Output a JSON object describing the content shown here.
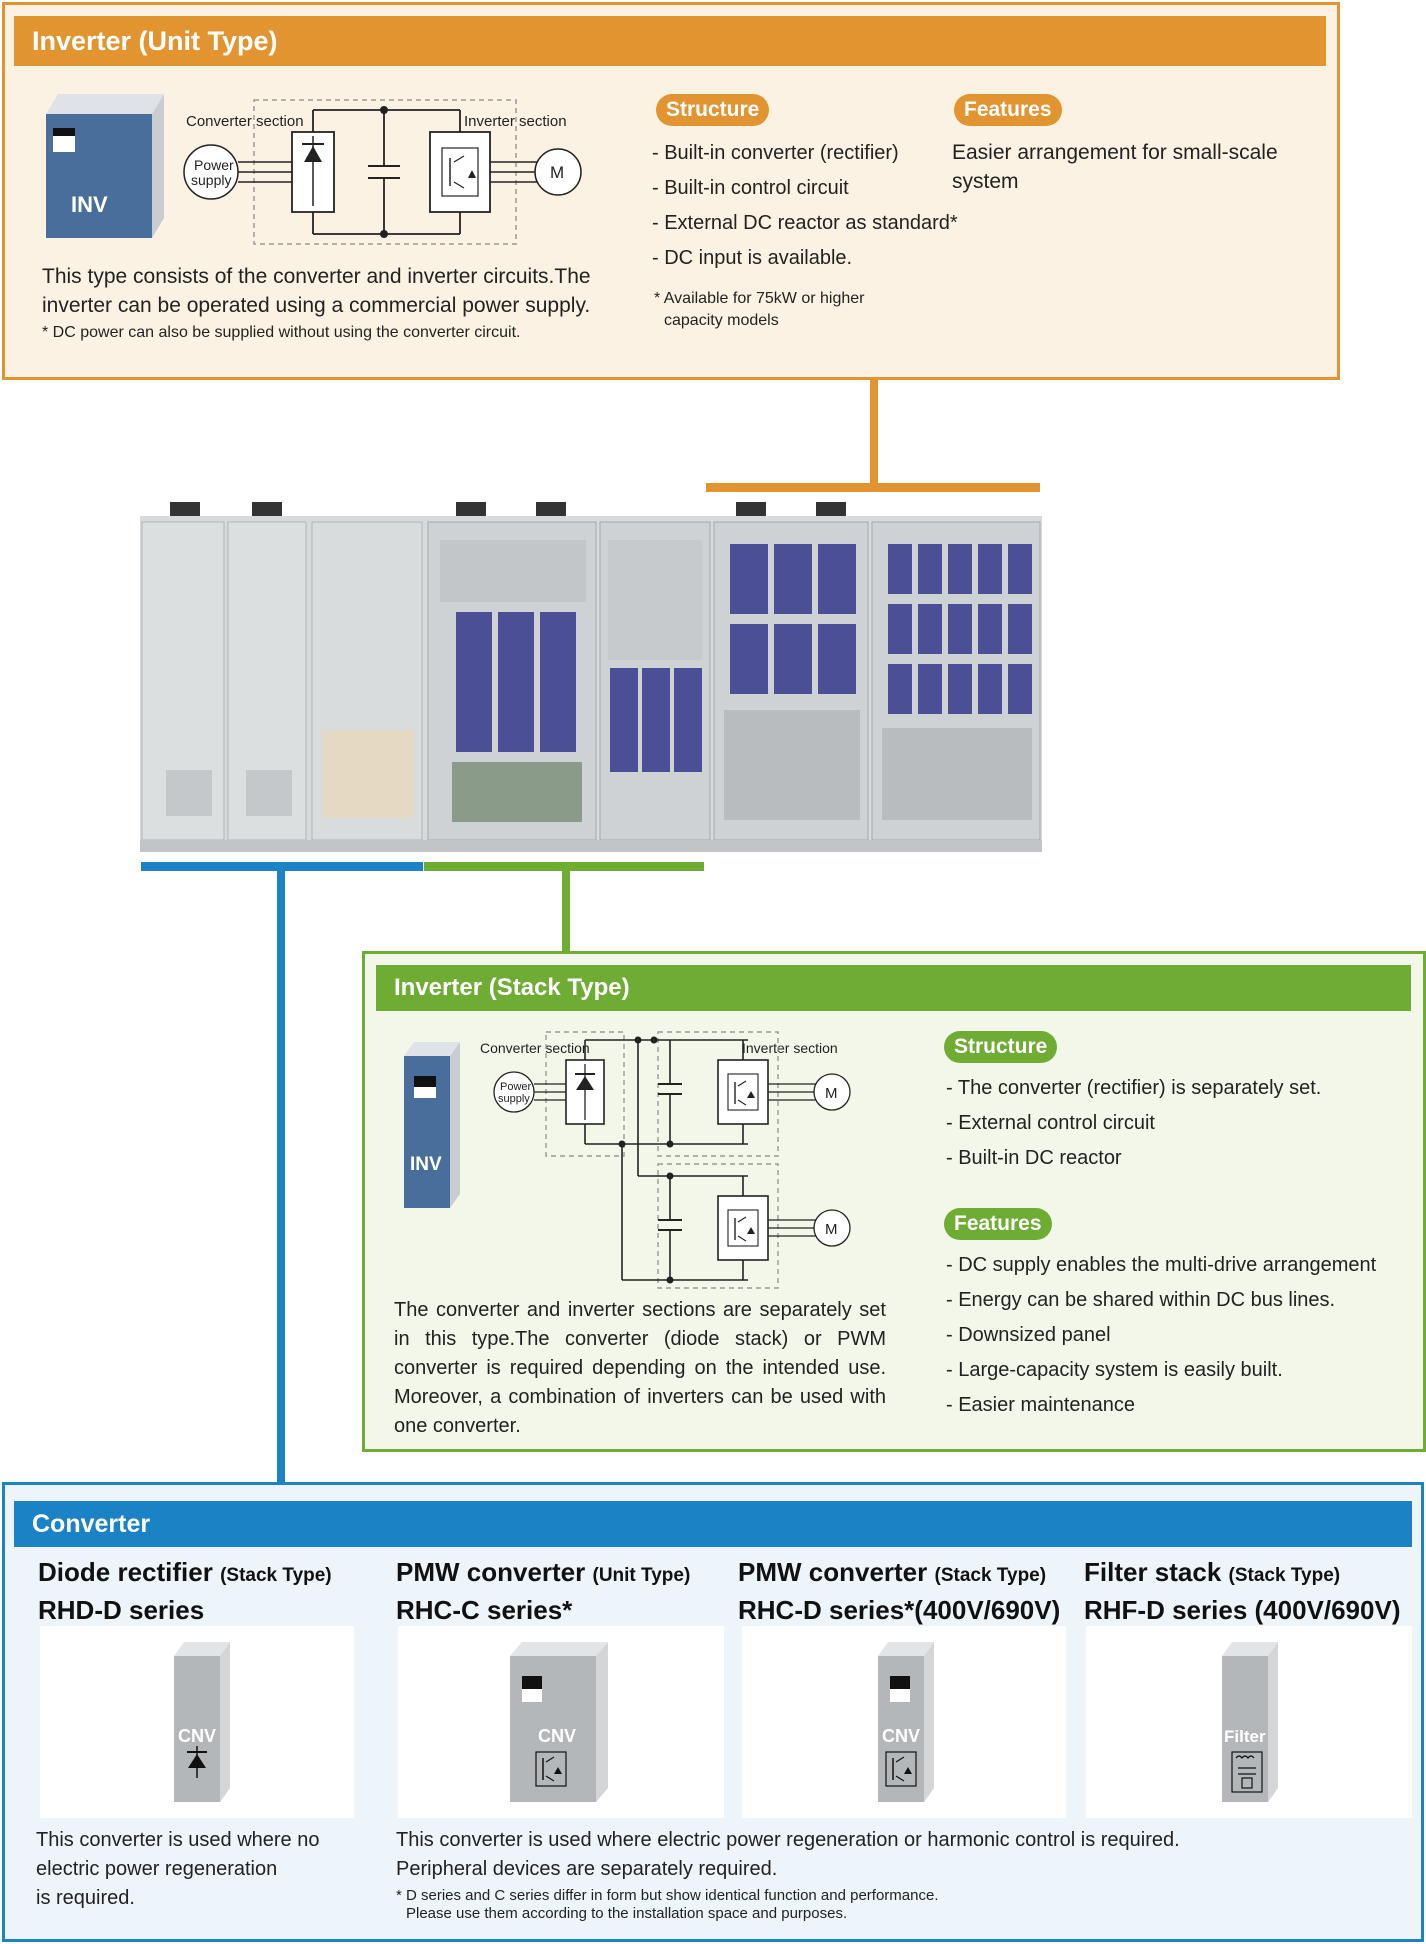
{
  "unit_type": {
    "title": "Inverter (Unit Type)",
    "diagram": {
      "inv_label": "INV",
      "converter_section": "Converter section",
      "inverter_section": "Inverter section",
      "power_supply_line1": "Power",
      "power_supply_line2": "supply",
      "motor": "M"
    },
    "description": "This type consists of the converter and inverter circuits.The inverter can be operated using a commercial power supply.",
    "footnote": "* DC power can also be supplied without using the converter circuit.",
    "structure_label": "Structure",
    "structure_items": [
      "- Built-in converter (rectifier)",
      "- Built-in control circuit",
      "- External DC reactor as standard*",
      "- DC input is available."
    ],
    "structure_note_line1": "* Available for 75kW or higher",
    "structure_note_line2": "capacity models",
    "features_label": "Features",
    "features_text": "Easier arrangement for small-scale system",
    "accent": "#e29431"
  },
  "stack_type": {
    "title": "Inverter (Stack Type)",
    "diagram": {
      "inv_label": "INV",
      "converter_section": "Converter section",
      "inverter_section": "Inverter section",
      "power_supply_line1": "Power",
      "power_supply_line2": "supply",
      "motor_1": "M",
      "motor_2": "M"
    },
    "description": "The converter and inverter sections are separately set in this type.The converter (diode stack) or PWM converter is required depending on the intended use. Moreover, a combination of inverters can be used with one converter.",
    "structure_label": "Structure",
    "structure_items": [
      "- The converter (rectifier) is separately set.",
      "- External control circuit",
      "- Built-in DC reactor"
    ],
    "features_label": "Features",
    "features_items": [
      "- DC supply enables the multi-drive arrangement",
      "- Energy can be shared within DC bus lines.",
      "- Downsized panel",
      "- Large-capacity system is easily built.",
      "- Easier maintenance"
    ],
    "accent": "#6fac33"
  },
  "converter": {
    "title": "Converter",
    "accent": "#1b82c6",
    "products": [
      {
        "name": "Diode rectifier",
        "type": "(Stack Type)",
        "series": "RHD-D series",
        "device_label": "CNV"
      },
      {
        "name": "PMW converter",
        "type": "(Unit Type)",
        "series": "RHC-C series*",
        "device_label": "CNV"
      },
      {
        "name": "PMW converter",
        "type": "(Stack Type)",
        "series": "RHC-D series*(400V/690V)",
        "device_label": "CNV"
      },
      {
        "name": "Filter stack",
        "type": "(Stack Type)",
        "series": "RHF-D series (400V/690V)",
        "device_label": "Filter"
      }
    ],
    "desc_left_line1": "This converter is used where no",
    "desc_left_line2": "electric power regeneration",
    "desc_left_line3": "is required.",
    "desc_right_line1": "This converter is used where electric power regeneration or harmonic control is required.",
    "desc_right_line2": "Peripheral devices are separately required.",
    "footnote_line1": "* D series and C series differ in form but show identical function and performance.",
    "footnote_line2": "Please use them according to the installation space and purposes."
  }
}
